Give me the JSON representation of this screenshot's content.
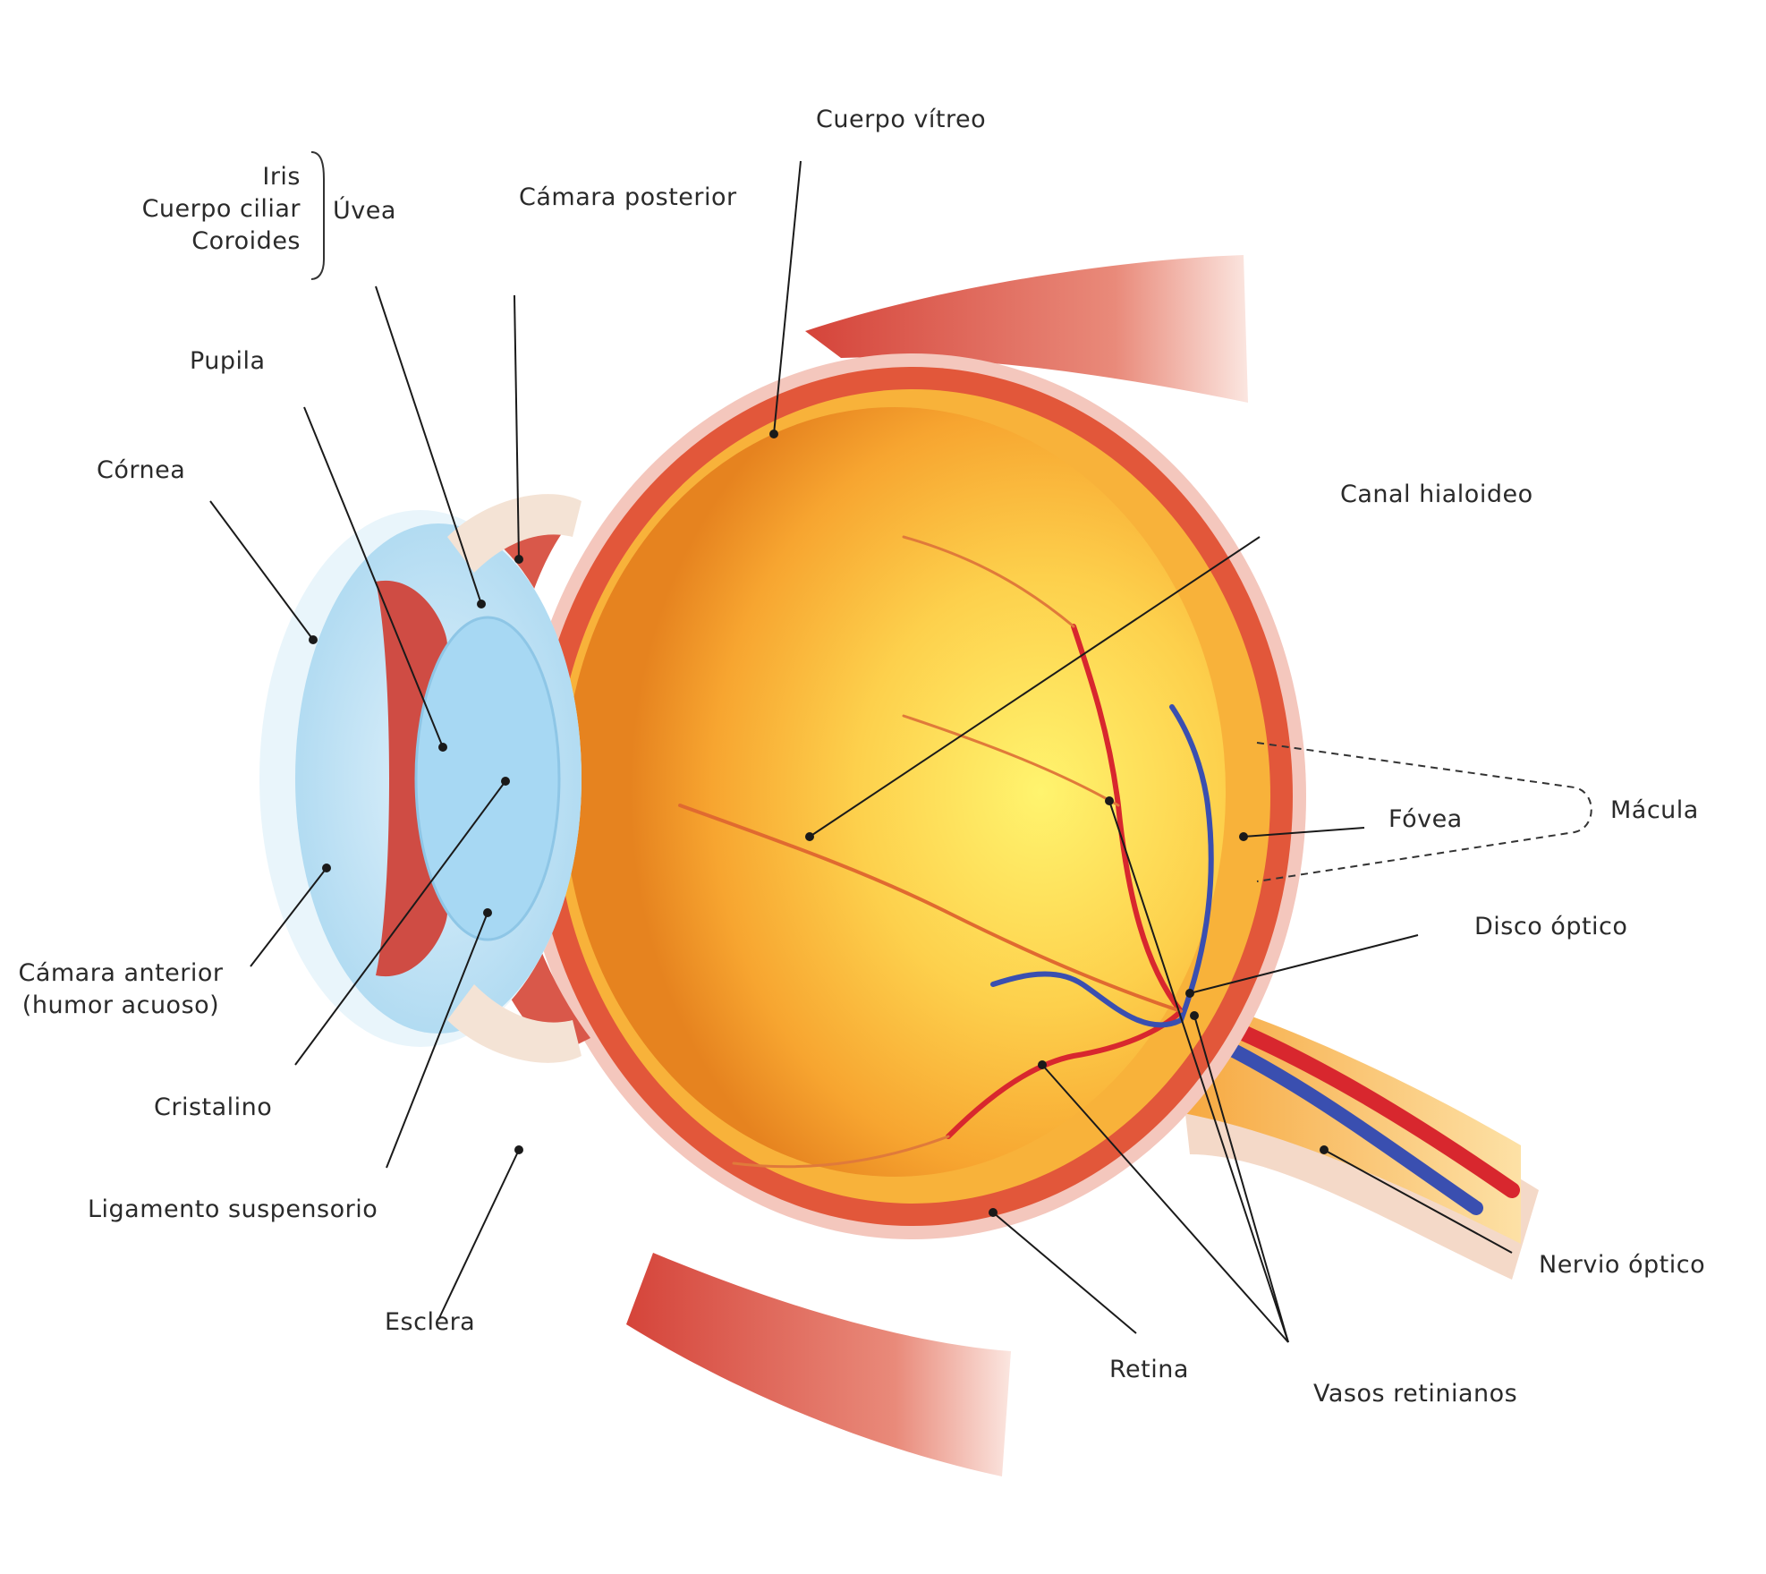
{
  "labels": {
    "iris": "Iris",
    "cuerpo_ciliar": "Cuerpo ciliar",
    "coroides": "Coroides",
    "uvea": "Úvea",
    "camara_posterior": "Cámara posterior",
    "cuerpo_vitreo": "Cuerpo vítreo",
    "pupila": "Pupila",
    "cornea": "Córnea",
    "canal_hialoideo": "Canal hialoideo",
    "fovea": "Fóvea",
    "macula": "Mácula",
    "disco_optico": "Disco óptico",
    "camara_anterior_1": "Cámara anterior",
    "camara_anterior_2": "(humor acuoso)",
    "cristalino": "Cristalino",
    "ligamento_suspensorio": "Ligamento suspensorio",
    "esclera": "Esclera",
    "retina": "Retina",
    "vasos_retinianos": "Vasos retinianos",
    "nervio_optico": "Nervio óptico"
  },
  "colors": {
    "vitreous_light": "#fff06a",
    "vitreous_mid": "#fbb93a",
    "vitreous_dark": "#e98a1e",
    "sclera": "#e2573a",
    "muscle": "#d9463a",
    "cornea": "#bfe4f6",
    "artery": "#d8272e",
    "vein": "#3a4fb0",
    "leader": "#1a1a1a"
  }
}
